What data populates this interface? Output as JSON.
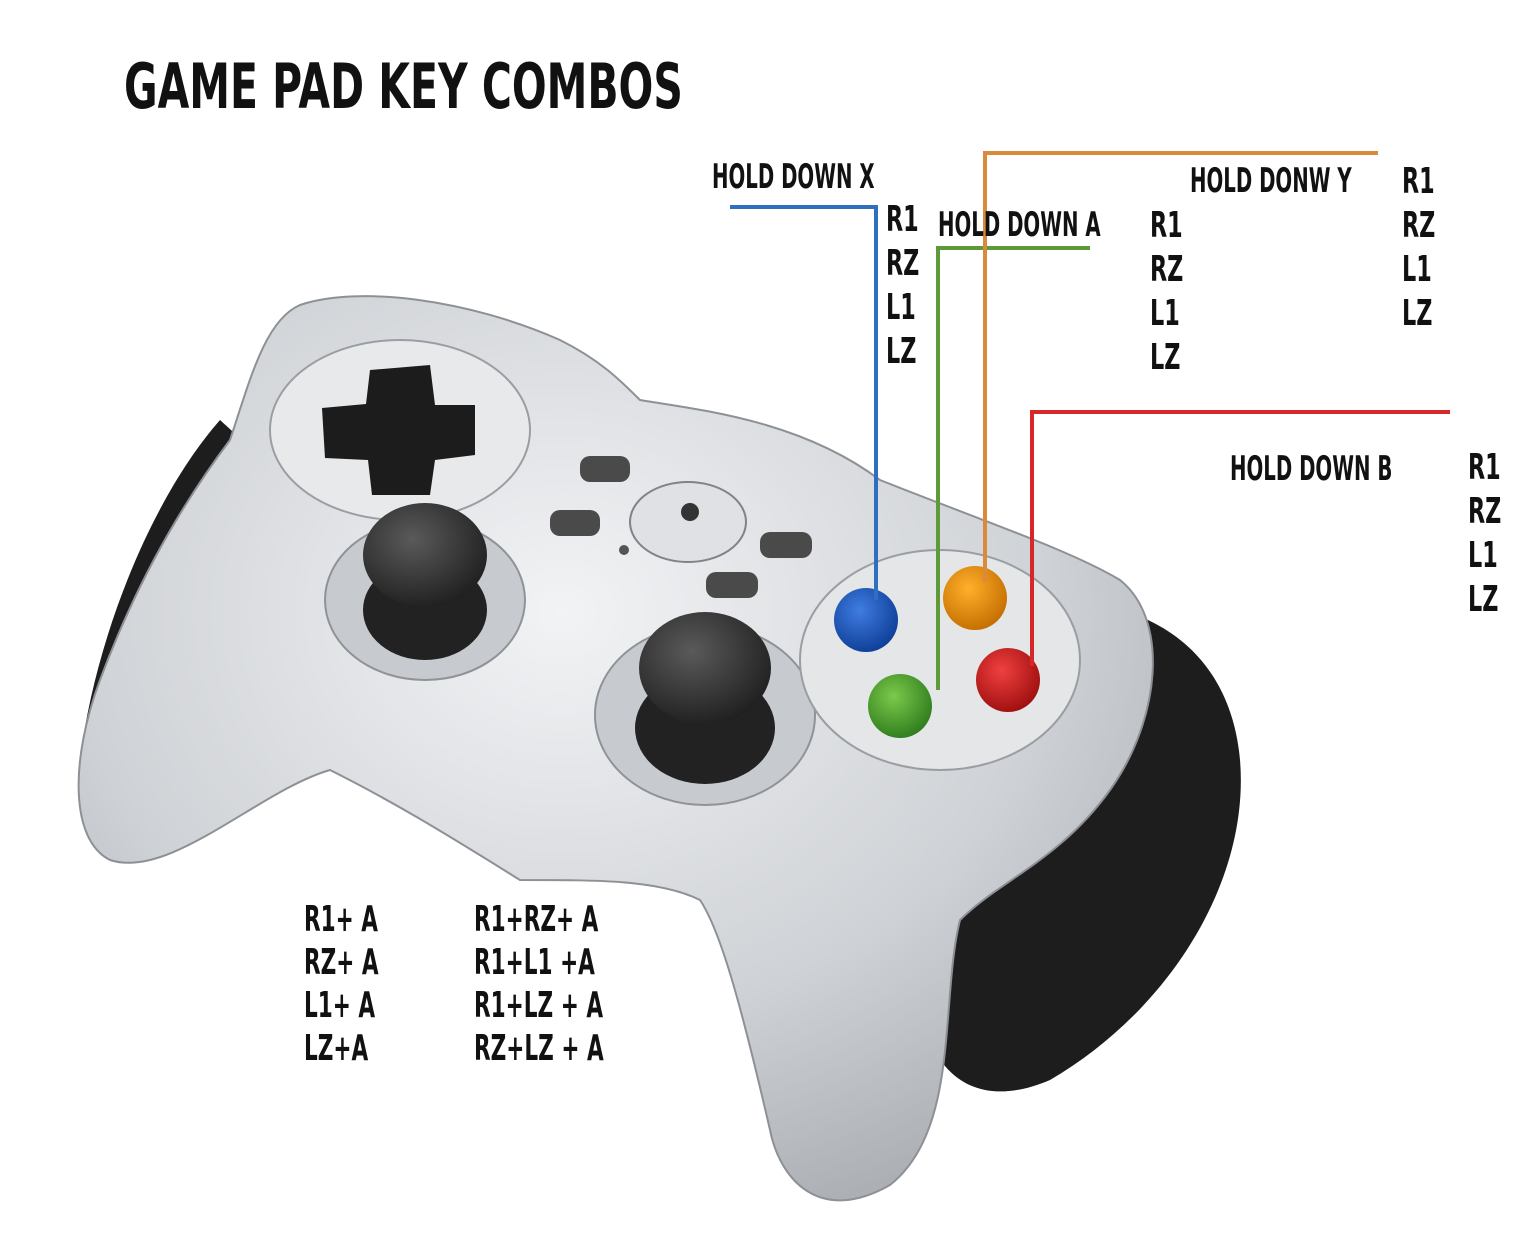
{
  "title": "GAME PAD KEY COMBOS",
  "colors": {
    "x": "#2f6fc0",
    "a": "#5f9a3a",
    "y": "#d98a3c",
    "b": "#d62828",
    "body": "#d4d6d9",
    "grip": "#222222",
    "text": "#111111"
  },
  "callouts": {
    "x": {
      "label": "HOLD DOWN X",
      "keys": [
        "R1",
        "RZ",
        "L1",
        "LZ"
      ]
    },
    "a": {
      "label": "HOLD DOWN A",
      "keys": [
        "R1",
        "RZ",
        "L1",
        "LZ"
      ]
    },
    "y": {
      "label": "HOLD DONW Y",
      "keys": [
        "R1",
        "RZ",
        "L1",
        "LZ"
      ]
    },
    "b": {
      "label": "HOLD DOWN  B",
      "keys": [
        "R1",
        "RZ",
        "L1",
        "LZ"
      ]
    }
  },
  "combos": {
    "single": [
      "R1+ A",
      "RZ+ A",
      "L1+ A",
      "LZ+A"
    ],
    "double": [
      "R1+RZ+ A",
      "R1+L1 +A",
      "R1+LZ + A",
      "RZ+LZ + A"
    ]
  }
}
